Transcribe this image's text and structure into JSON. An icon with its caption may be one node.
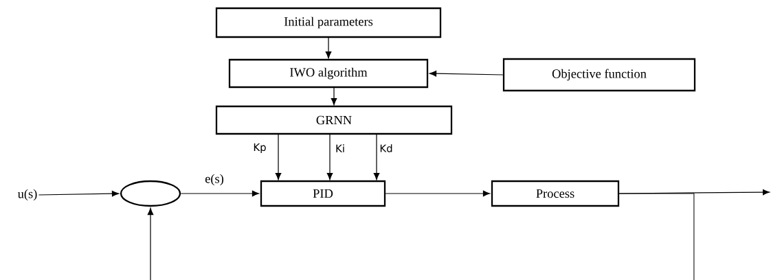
{
  "diagram": {
    "nodes": [
      {
        "text": [
          "Initial parameters"
        ]
      },
      {
        "text": [
          "IWO algorithm"
        ]
      },
      {
        "text": [
          "Objective function"
        ]
      },
      {
        "text": [
          "GRNN"
        ]
      },
      {
        "text": [
          "PID"
        ]
      },
      {
        "text": [
          "Process"
        ]
      },
      {
        "text": [],
        "shape": "circle"
      },
      {
        "text": [
          "u(s)"
        ]
      }
    ],
    "edges": [
      {
        "from": 0,
        "to": 1,
        "arrow": "to"
      },
      {
        "from": 2,
        "to": 1,
        "arrow": "to"
      },
      {
        "from": 1,
        "to": 3,
        "arrow": "to"
      },
      {
        "from": 3,
        "to": 4,
        "arrow": "to",
        "label": "Kp"
      },
      {
        "from": 3,
        "to": 4,
        "arrow": "to",
        "label": "Ki"
      },
      {
        "from": 3,
        "to": 4,
        "arrow": "to",
        "label": "Kd"
      },
      {
        "from": 7,
        "to": 6,
        "arrow": "to"
      },
      {
        "from": 6,
        "to": 4,
        "arrow": "to",
        "label": "e(s)"
      },
      {
        "from": 4,
        "to": 5,
        "arrow": "to"
      },
      {
        "from": 5,
        "to": null,
        "arrow": "to"
      },
      {
        "from": 5,
        "to": 6,
        "arrow": "to"
      }
    ]
  }
}
